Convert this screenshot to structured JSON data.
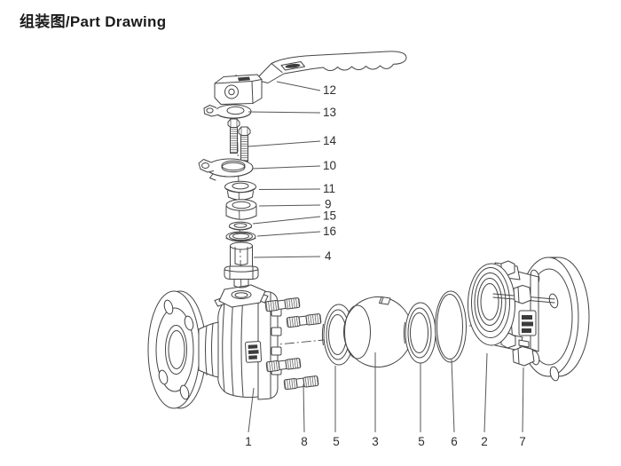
{
  "title": "组装图/Part Drawing",
  "labels": {
    "p12": "12",
    "p13": "13",
    "p14": "14",
    "p10": "10",
    "p11": "11",
    "p9": "9",
    "p15": "15",
    "p16": "16",
    "p4": "4",
    "b1": "1",
    "b8": "8",
    "b5a": "5",
    "b3": "3",
    "b5b": "5",
    "b6": "6",
    "b2": "2",
    "b7": "7"
  },
  "callout_sequence_right": [
    "12",
    "13",
    "14",
    "10",
    "11",
    "9",
    "15",
    "16",
    "4"
  ],
  "callout_sequence_bottom": [
    "1",
    "8",
    "5",
    "3",
    "5",
    "6",
    "2",
    "7"
  ],
  "colors": {
    "background": "#ffffff",
    "line": "#454545",
    "text": "#2e2e2e",
    "accent_dark": "#3c3c3c"
  }
}
